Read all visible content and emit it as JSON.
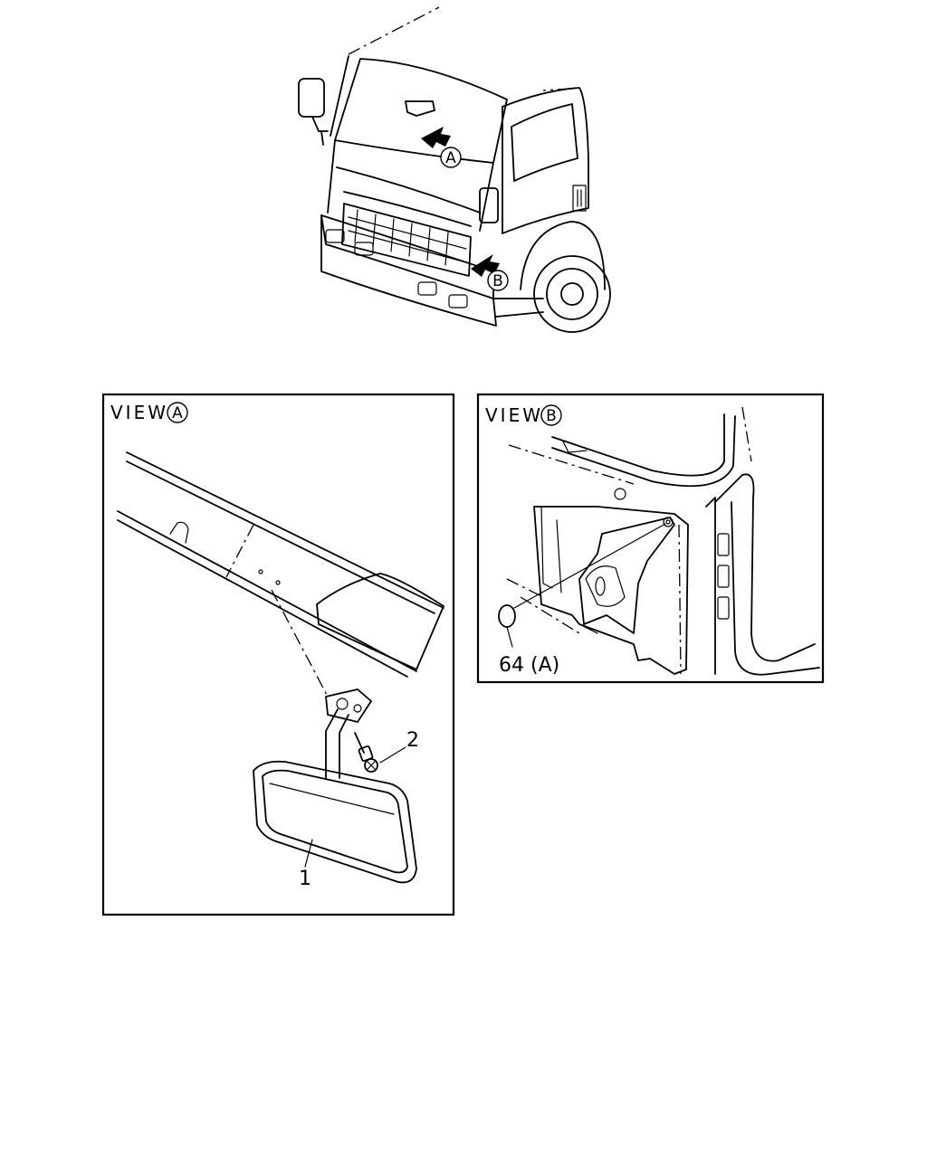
{
  "overview": {
    "callout_a": "A",
    "callout_b": "B"
  },
  "view_a": {
    "title": "VIEW",
    "callout": "A",
    "part_1": "1",
    "part_2": "2"
  },
  "view_b": {
    "title": "VIEW",
    "callout": "B",
    "part_64": "64 (A)"
  }
}
